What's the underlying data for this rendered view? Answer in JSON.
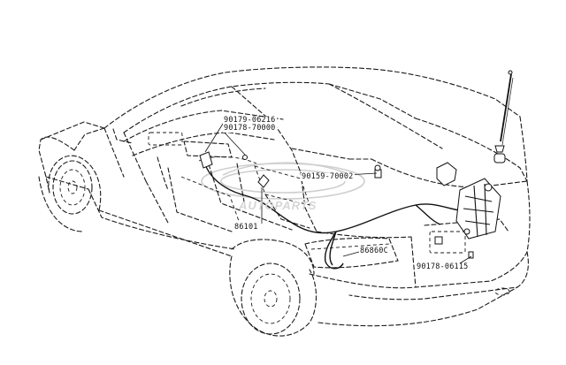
{
  "diagram": {
    "labels": {
      "l1": "90179-06216",
      "l2": "90178-70000",
      "l3": "90159-70002",
      "l4": "86101",
      "l5": "86860C",
      "l6": "90178-06115"
    },
    "watermark": {
      "text": "AUTOPARTS"
    }
  }
}
